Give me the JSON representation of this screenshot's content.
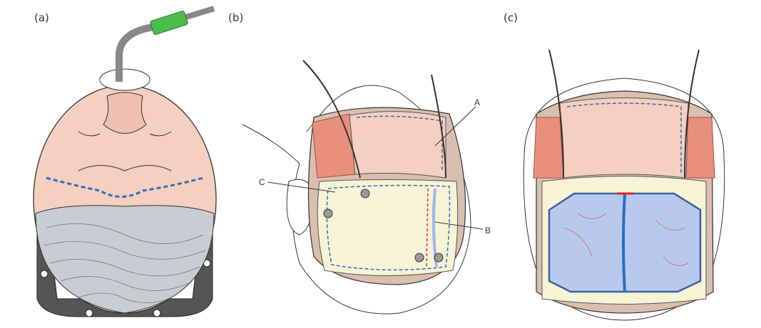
{
  "panels": [
    {
      "label": "(a)"
    },
    {
      "label": "(b)",
      "annotations": [
        "A",
        "B",
        "C"
      ]
    },
    {
      "label": "(c)"
    }
  ],
  "colors": {
    "skin": "#f5cfc0",
    "hair": "#c9ccd3",
    "incision_dashed": "#2a6fbd",
    "dura": "#b9c9ee",
    "bone": "#f7f3d6",
    "muscle": "#e9907c",
    "tube_connector": "#4cbc4c"
  }
}
